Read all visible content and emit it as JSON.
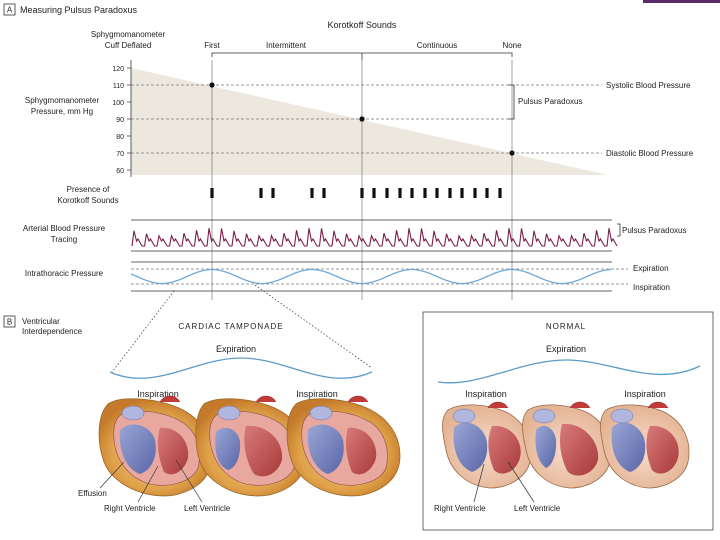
{
  "panel_a": {
    "letter": "A",
    "title": "Measuring Pulsus Paradoxus",
    "korotkoff_title": "Korotkoff Sounds",
    "cuff_label_1": "Sphygmomanometer",
    "cuff_label_2": "Cuff Deflated",
    "phase_first": "First",
    "phase_intermittent": "Intermittent",
    "phase_continuous": "Continuous",
    "phase_none": "None",
    "y_label_1": "Sphygmomanometer",
    "y_label_2": "Pressure, mm Hg",
    "y_ticks": [
      "120",
      "110",
      "100",
      "90",
      "80",
      "70",
      "60"
    ],
    "systolic_label": "Systolic Blood Pressure",
    "diastolic_label": "Diastolic Blood Pressure",
    "pulsus_label": "Pulsus Paradoxus",
    "presence_label_1": "Presence of",
    "presence_label_2": "Korotkoff Sounds",
    "arterial_label_1": "Arterial Blood Pressure",
    "arterial_label_2": "Tracing",
    "arterial_pulsus_label": "Pulsus Paradoxus",
    "intrathoracic_label": "Intrathoracic Pressure",
    "expiration_label": "Expiration",
    "inspiration_label": "Inspiration"
  },
  "panel_b": {
    "letter": "B",
    "title_1": "Ventricular",
    "title_2": "Interdependence",
    "tamponade_title": "CARDIAC TAMPONADE",
    "normal_title": "NORMAL",
    "expiration": "Expiration",
    "inspiration": "Inspiration",
    "effusion": "Effusion",
    "right_ventricle": "Right Ventricle",
    "left_ventricle": "Left Ventricle"
  },
  "colors": {
    "wedge": "#ede8de",
    "arterial": "#7a1e4a",
    "intrathoracic": "#6fa8d8",
    "resp_wave": "#5b9cc8",
    "effusion": "#d9963e"
  }
}
